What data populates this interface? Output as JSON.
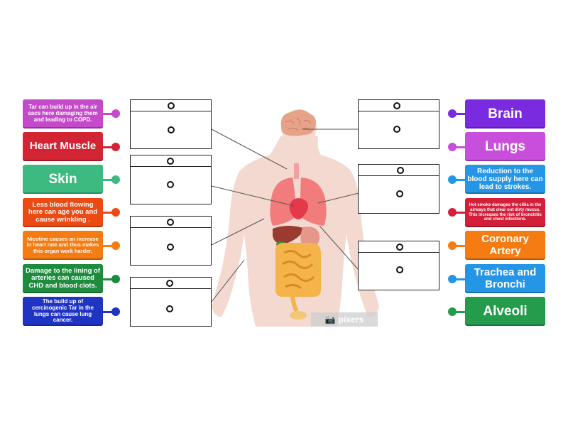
{
  "colors": {
    "pink": "#c54ac9",
    "red": "#d32433",
    "green": "#3dba80",
    "orange_red": "#ec4a12",
    "orange": "#f57c13",
    "dark_green": "#1d8c3f",
    "blue": "#2034c4",
    "purple": "#7a2be0",
    "light_purple": "#c84fdc",
    "light_blue": "#2596e6",
    "cherry": "#d31f3a",
    "bright_green": "#249c4c",
    "line": "#555555",
    "box_border": "#222222"
  },
  "left_tiles": [
    {
      "text": "Tar can build up in the air sacs here damaging them and leading to COPD."
    },
    {
      "text": "Heart Muscle"
    },
    {
      "text": "Skin"
    },
    {
      "text": "Less blood flowing here can age you and cause wrinkling ."
    },
    {
      "text": "Nicotine causes an increase in heart rate and thus makes this organ work harder."
    },
    {
      "text": "Damage to the lining of arteries can caused CHD and blood clots."
    },
    {
      "text": "The build up of cercinogenic Tar in the lungs can cause lung cancer."
    }
  ],
  "right_tiles": [
    {
      "text": "Brain"
    },
    {
      "text": "Lungs"
    },
    {
      "text": "Reduction to the blood supply here can lead to strokes."
    },
    {
      "text": "Hot smoke damages the cillia in the airways that clear out dirty mucus. This increases the risk of bronchitis and chest infections."
    },
    {
      "text": "Coronary Artery"
    },
    {
      "text": "Trachea and Bronchi"
    },
    {
      "text": "Alveoli"
    }
  ],
  "diagram": {
    "subject": "human body with internal organs",
    "watermark": "pixers",
    "watermark_icon": "camera-icon"
  },
  "drop_zones_count": 7
}
